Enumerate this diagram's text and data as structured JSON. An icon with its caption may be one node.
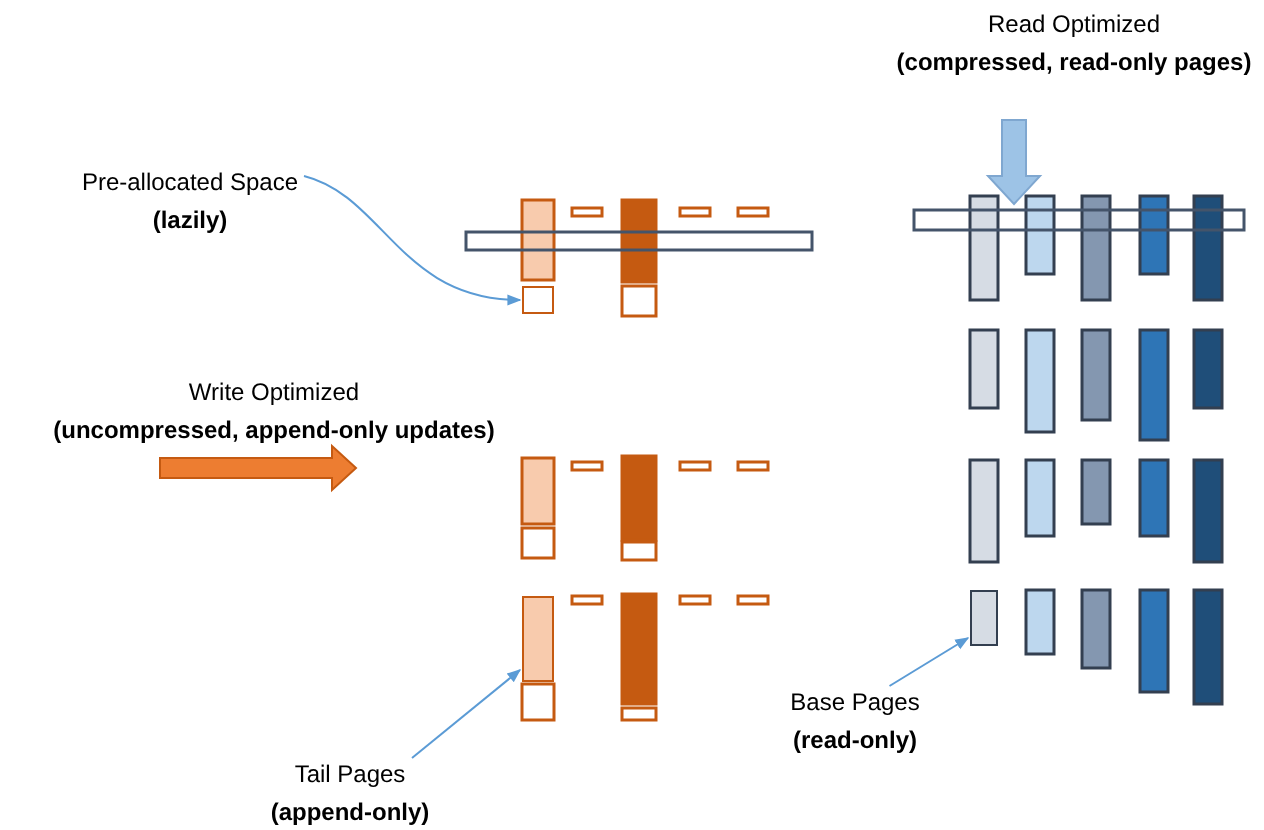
{
  "diagram": {
    "nodes": [
      {
        "text": [
          "Pre-allocated Space",
          "(lazily)"
        ]
      },
      {
        "text": [],
        "shape": "box"
      },
      {
        "text": [
          "Tail Pages",
          "(append-only)"
        ]
      },
      {
        "text": [],
        "shape": "bar"
      },
      {
        "text": [
          "Base Pages",
          "(read-only)"
        ]
      },
      {
        "text": [],
        "shape": "bar"
      }
    ],
    "edges": [
      {
        "from": 0,
        "to": 1,
        "arrow": "to"
      },
      {
        "from": 2,
        "to": 3,
        "arrow": "to"
      },
      {
        "from": 4,
        "to": 5,
        "arrow": "to"
      }
    ],
    "labels": [
      "Read Optimized",
      "(compressed, read-only pages)",
      "Write Optimized",
      "(uncompressed, append-only updates)"
    ]
  }
}
